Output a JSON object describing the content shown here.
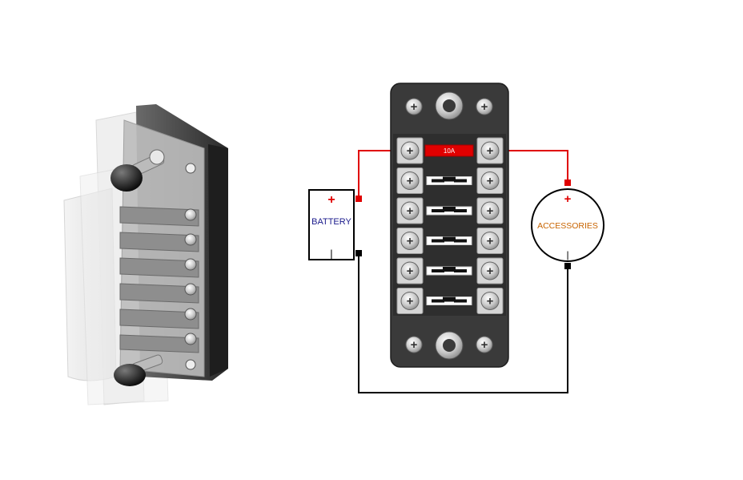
{
  "battery": {
    "label": "BATTERY",
    "plus": "+",
    "minus": "|"
  },
  "accessories": {
    "label": "ACCESSORIES",
    "plus": "+",
    "minus": "|"
  },
  "fuse_block": {
    "fuse_rating": "10A",
    "fuse_count": 6
  },
  "colors": {
    "wire_positive": "#e00000",
    "wire_negative": "#000000",
    "block_body": "#3a3a3a",
    "battery_label": "#1a1a8c",
    "accessories_label": "#c86400"
  }
}
